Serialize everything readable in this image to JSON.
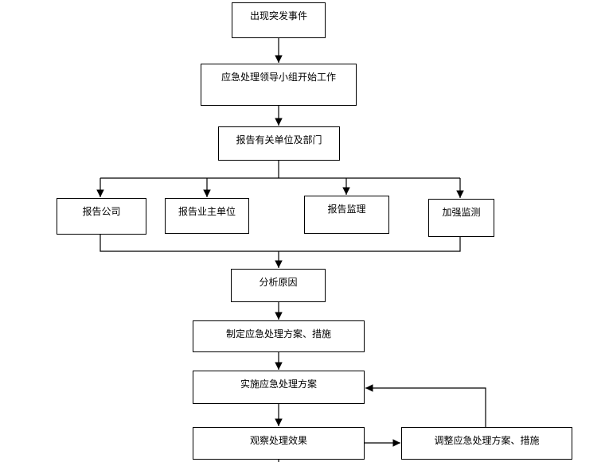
{
  "flowchart": {
    "nodes": {
      "incident": "出现突发事件",
      "team_start": "应急处理领导小组开始工作",
      "report_units": "报告有关单位及部门",
      "report_company": "报告公司",
      "report_owner": "报告业主单位",
      "report_supervision": "报告监理",
      "strengthen_monitoring": "加强监测",
      "analyze_cause": "分析原因",
      "make_plan": "制定应急处理方案、措施",
      "implement_plan": "实施应急处理方案",
      "observe_effect": "观察处理效果",
      "adjust_plan": "调整应急处理方案、措施"
    }
  }
}
